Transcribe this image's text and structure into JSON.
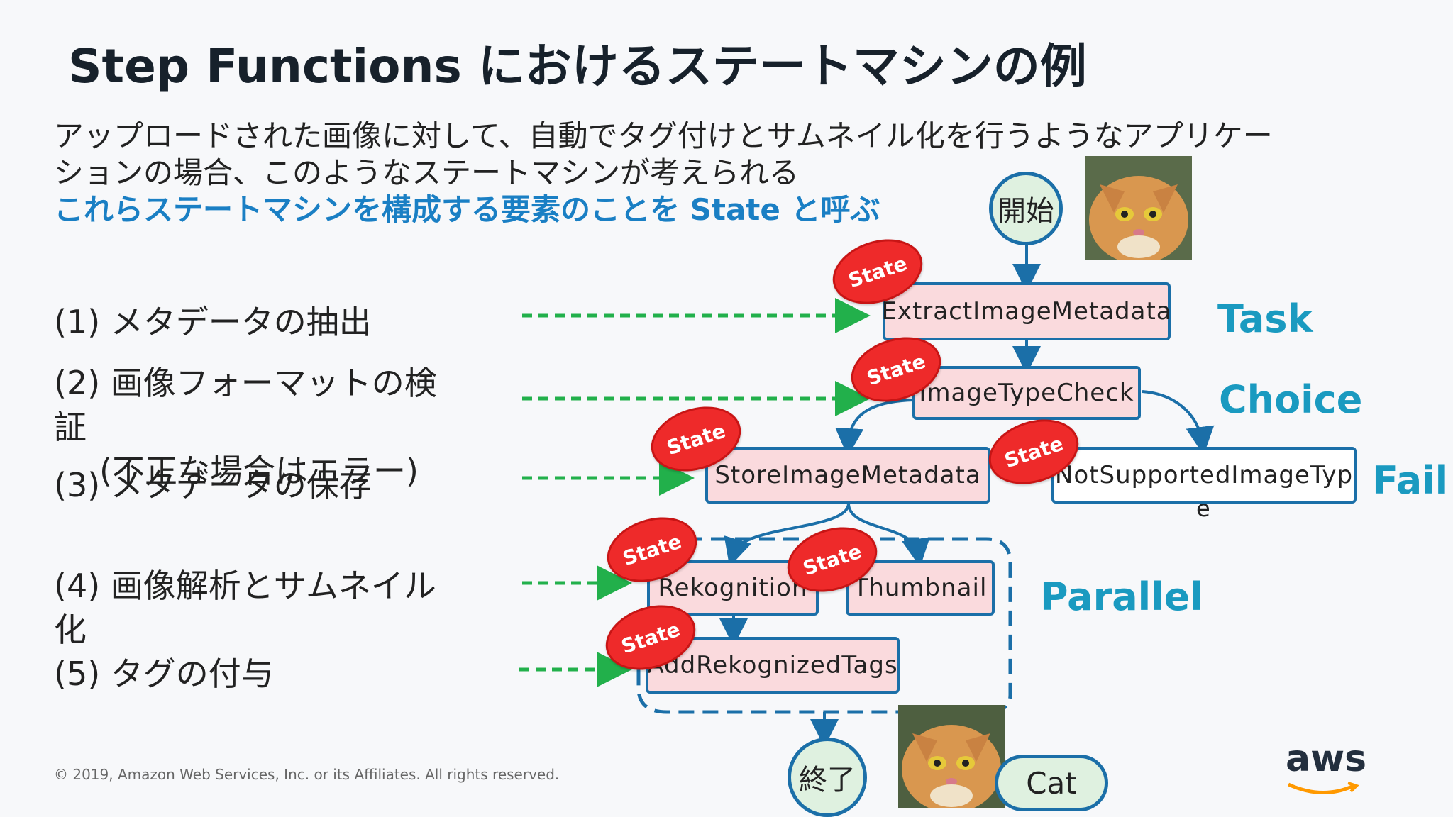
{
  "slide": {
    "title": "Step Functions におけるステートマシンの例",
    "intro_line1": "アップロードされた画像に対して、自動でタグ付けとサムネイル化を行うようなアプリケー",
    "intro_line2": "ションの場合、このようなステートマシンが考えられる",
    "intro_highlight": "これらステートマシンを構成する要素のことを State と呼ぶ",
    "copyright": "© 2019, Amazon Web Services, Inc. or its Affiliates. All rights reserved.",
    "logo": "aws"
  },
  "steps": {
    "s1": "(1) メタデータの抽出",
    "s2a": "(2) 画像フォーマットの検",
    "s2b": "証",
    "s2c": "(不正な場合はエラー)",
    "s3": "(3) メタデータの保存",
    "s4a": "(4) 画像解析とサムネイル",
    "s4b": "化",
    "s5": "(5) タグの付与"
  },
  "diagram": {
    "start": "開始",
    "end": "終了",
    "state_tag": "State",
    "nodes": {
      "extract": "ExtractImageMetadata",
      "typecheck": "ImageTypeCheck",
      "store": "StoreImageMetadata",
      "notsupported": "NotSupportedImageTyp",
      "notsupported_wrap": "e",
      "rekognition": "Rekognition",
      "thumbnail": "Thumbnail",
      "addtags": "AddRekognizedTags"
    },
    "kinds": {
      "task": "Task",
      "choice": "Choice",
      "fail": "Fail",
      "parallel": "Parallel"
    },
    "result_label": "Cat"
  },
  "colors": {
    "accent_blue": "#1a7fc4",
    "box_border": "#1b6fa8",
    "box_fill": "#fadadd",
    "state_tag": "#ee2a2a",
    "arrow_green": "#22b04b",
    "kind_label": "#1a9ac0"
  }
}
